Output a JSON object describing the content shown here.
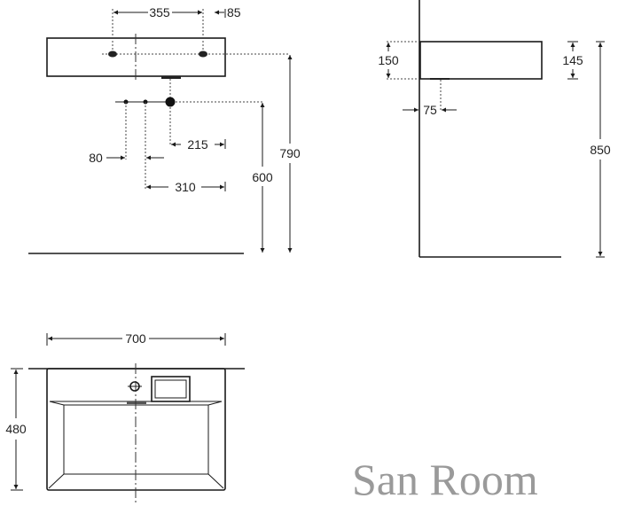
{
  "front_view": {
    "dim_tap_spacing": "355",
    "dim_tap_edge": "85",
    "dim_drain_offset": "215",
    "dim_supply_spacing": "80",
    "dim_supply_offset": "310",
    "dim_drain_height": "600",
    "dim_tap_height": "790"
  },
  "side_view": {
    "dim_wall_height": "150",
    "dim_basin_height": "145",
    "dim_top_height": "850",
    "dim_drain_wall": "75"
  },
  "top_view": {
    "dim_width": "700",
    "dim_depth": "480"
  },
  "watermark": "San Room"
}
